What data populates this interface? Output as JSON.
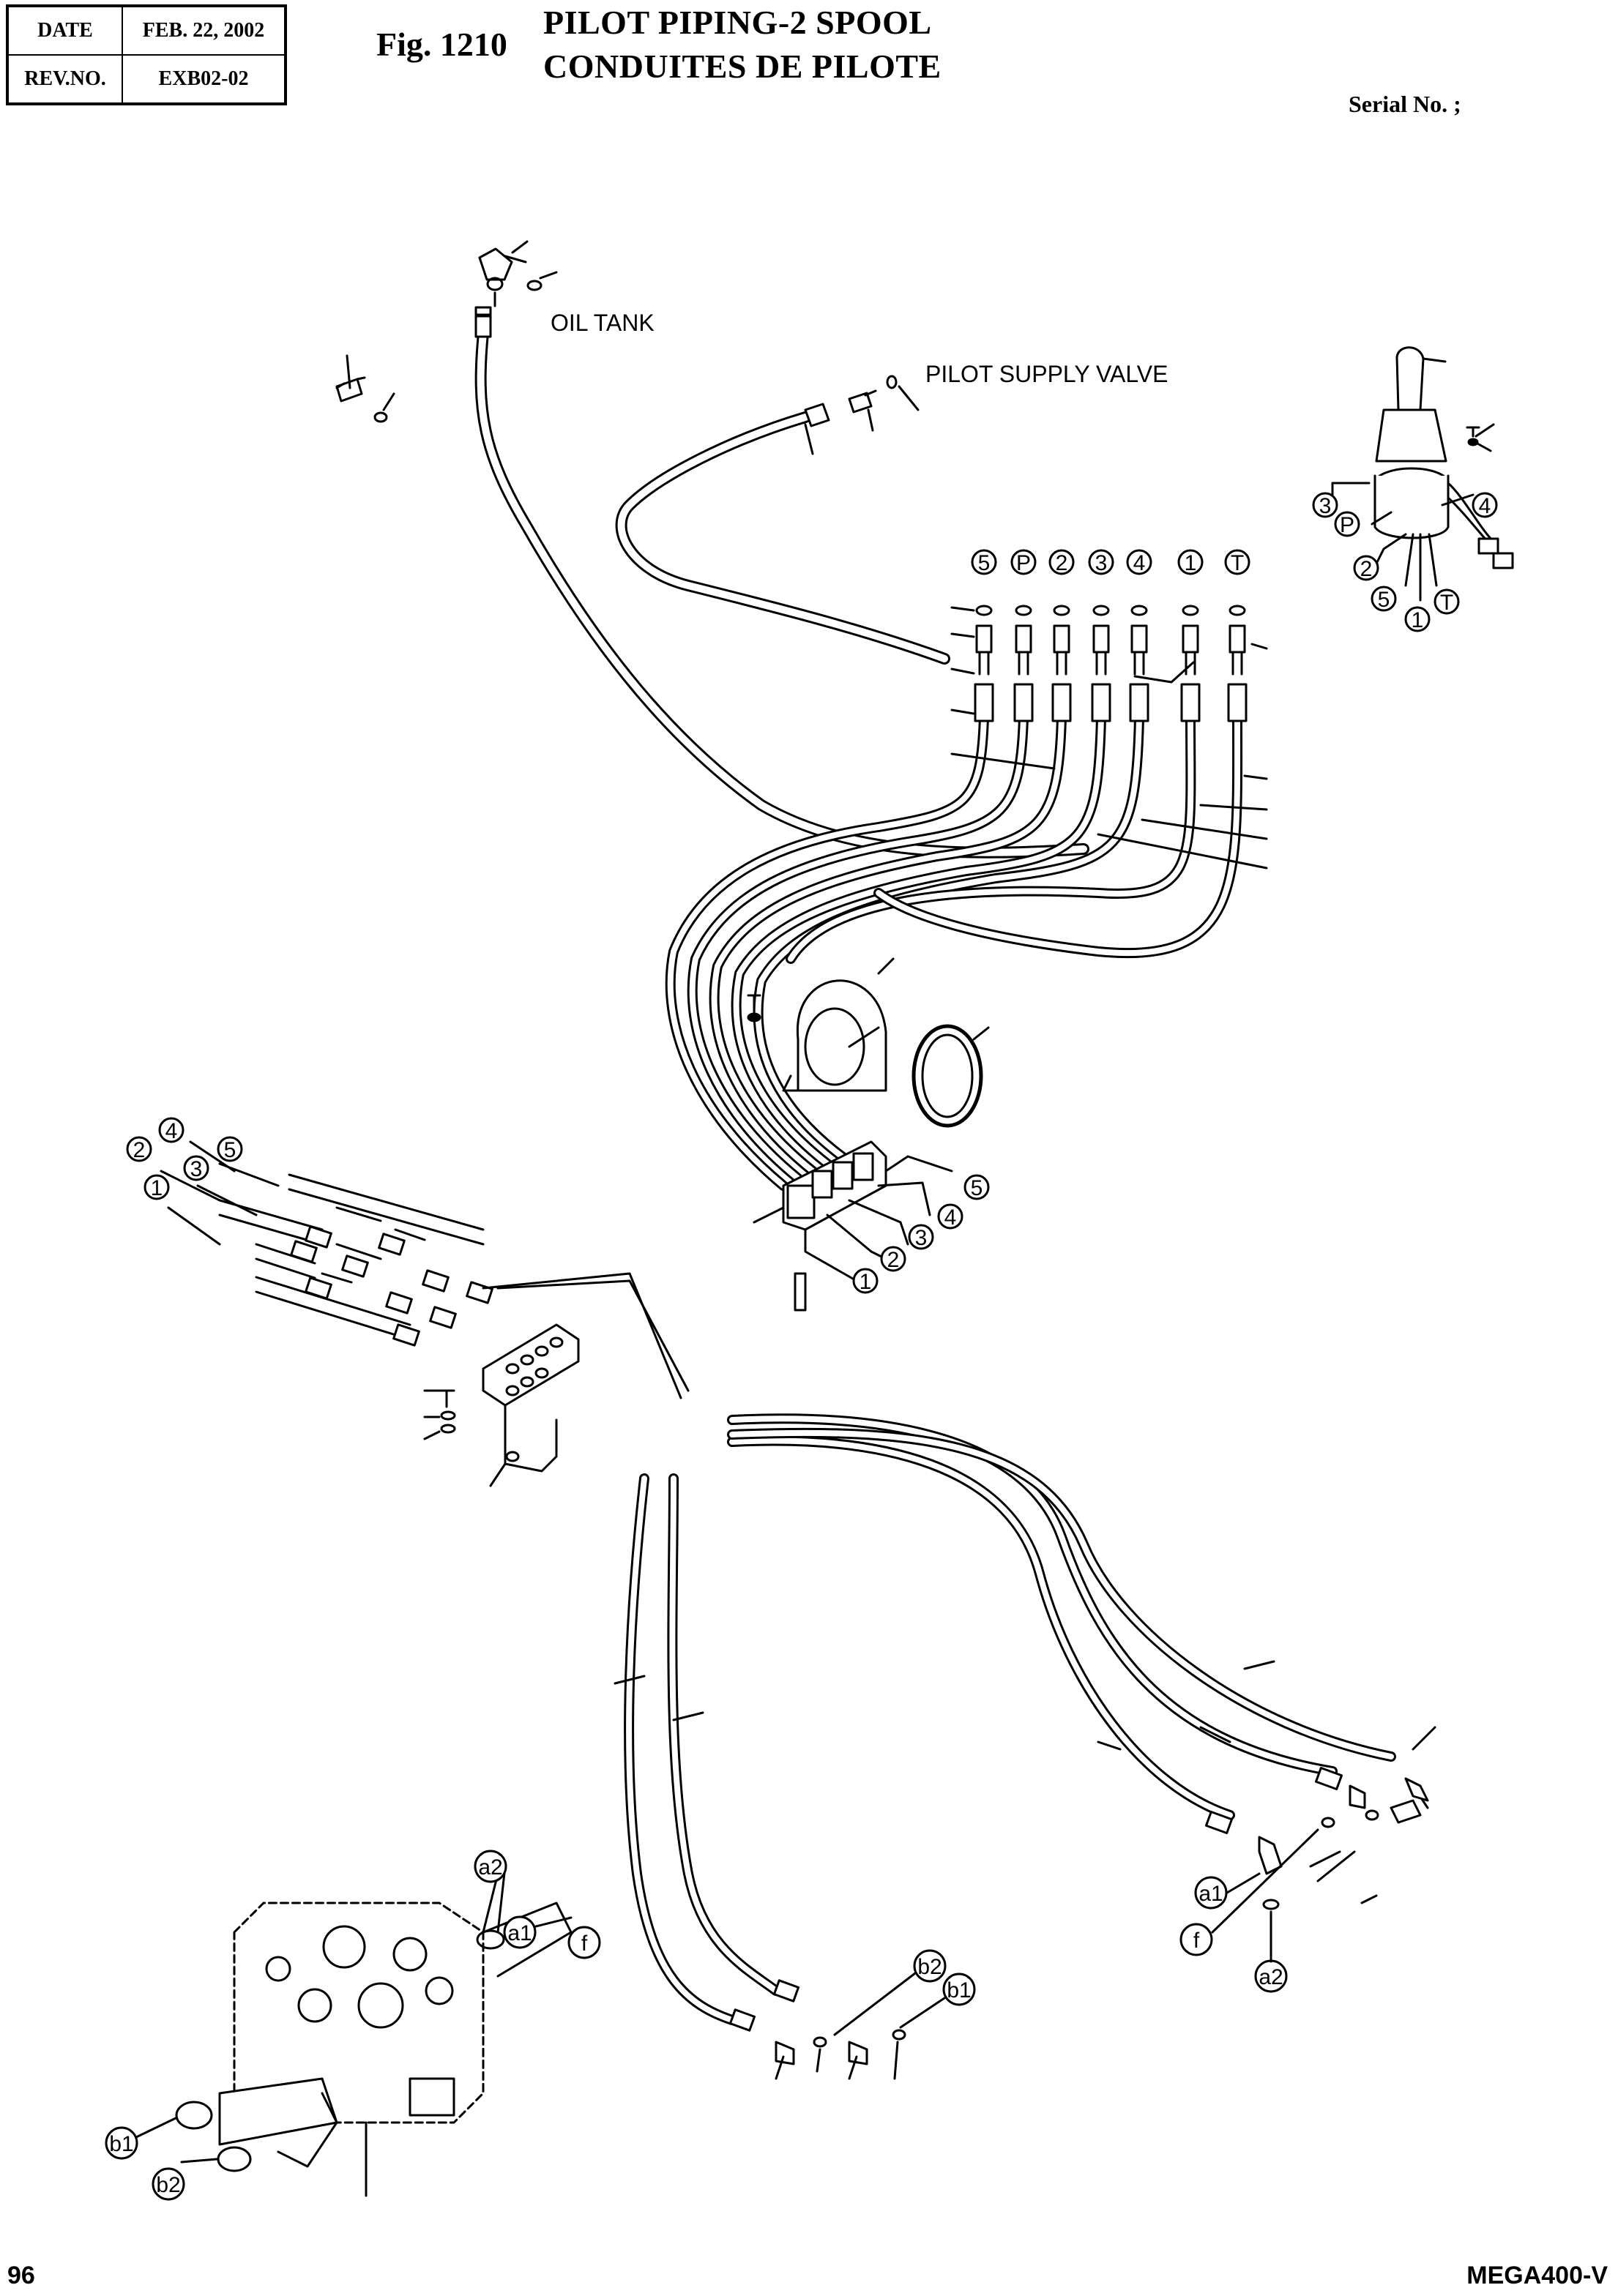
{
  "header": {
    "date_label": "DATE",
    "date_value": "FEB. 22, 2002",
    "rev_label": "REV.NO.",
    "rev_value": "EXB02-02"
  },
  "figure": {
    "number": "Fig. 1210",
    "title_en": "PILOT PIPING-2 SPOOL",
    "title_fr": "CONDUITES DE PILOTE"
  },
  "serial": "Serial No. ;",
  "labels": {
    "oil_tank": "OIL TANK",
    "pilot_supply_valve": "PILOT SUPPLY VALVE"
  },
  "callouts": {
    "joystick": [
      "3",
      "P",
      "2",
      "5",
      "1",
      "T",
      "4"
    ],
    "hose_row": [
      "5",
      "P",
      "2",
      "3",
      "4",
      "1",
      "T"
    ],
    "manifold": [
      "5",
      "4",
      "3",
      "2",
      "1"
    ],
    "left_hoses": [
      "4",
      "5",
      "2",
      "3",
      "1"
    ],
    "valve_ports": [
      "a2",
      "a1",
      "f",
      "b1",
      "b2"
    ],
    "lower_mid": [
      "b2",
      "b1"
    ],
    "lower_right": [
      "a1",
      "f",
      "a2"
    ]
  },
  "footer": {
    "page_number": "96",
    "model": "MEGA400-V"
  }
}
